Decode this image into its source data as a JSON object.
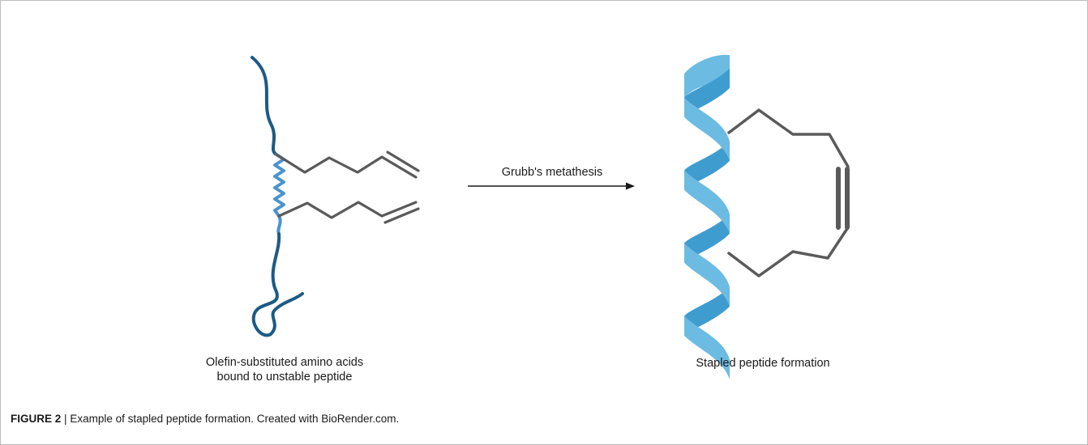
{
  "left_label": {
    "line1": "Olefin-substituted amino acids",
    "line2": "bound to unstable peptide"
  },
  "arrow_label": "Grubb's metathesis",
  "right_label": "Stapled peptide formation",
  "caption": {
    "figure_id": "FIGURE 2",
    "separator": "|",
    "text": "Example of stapled peptide formation. Created with BioRender.com."
  },
  "colors": {
    "peptide_dark": "#1d5a86",
    "peptide_light": "#4a93d0",
    "helix_front": "#6bbbe2",
    "helix_back": "#3f9ccf",
    "bond": "#5a5a5a"
  }
}
